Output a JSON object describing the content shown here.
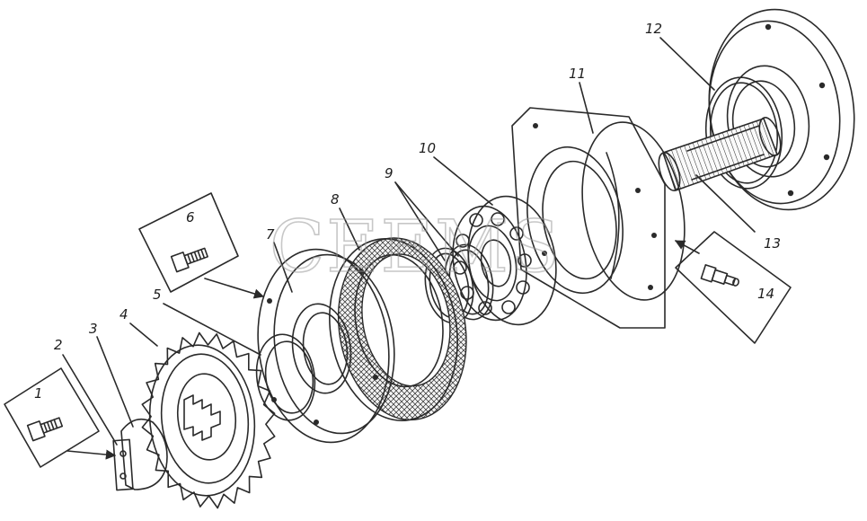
{
  "watermark": "CEEMS",
  "callouts": [
    {
      "id": "1",
      "text": "1"
    },
    {
      "id": "2",
      "text": "2"
    },
    {
      "id": "3",
      "text": "3"
    },
    {
      "id": "4",
      "text": "4"
    },
    {
      "id": "5",
      "text": "5"
    },
    {
      "id": "6",
      "text": "6"
    },
    {
      "id": "7",
      "text": "7"
    },
    {
      "id": "8",
      "text": "8"
    },
    {
      "id": "9",
      "text": "9"
    },
    {
      "id": "10",
      "text": "10"
    },
    {
      "id": "11",
      "text": "11"
    },
    {
      "id": "12",
      "text": "12"
    },
    {
      "id": "13",
      "text": "13"
    },
    {
      "id": "14",
      "text": "14"
    }
  ]
}
